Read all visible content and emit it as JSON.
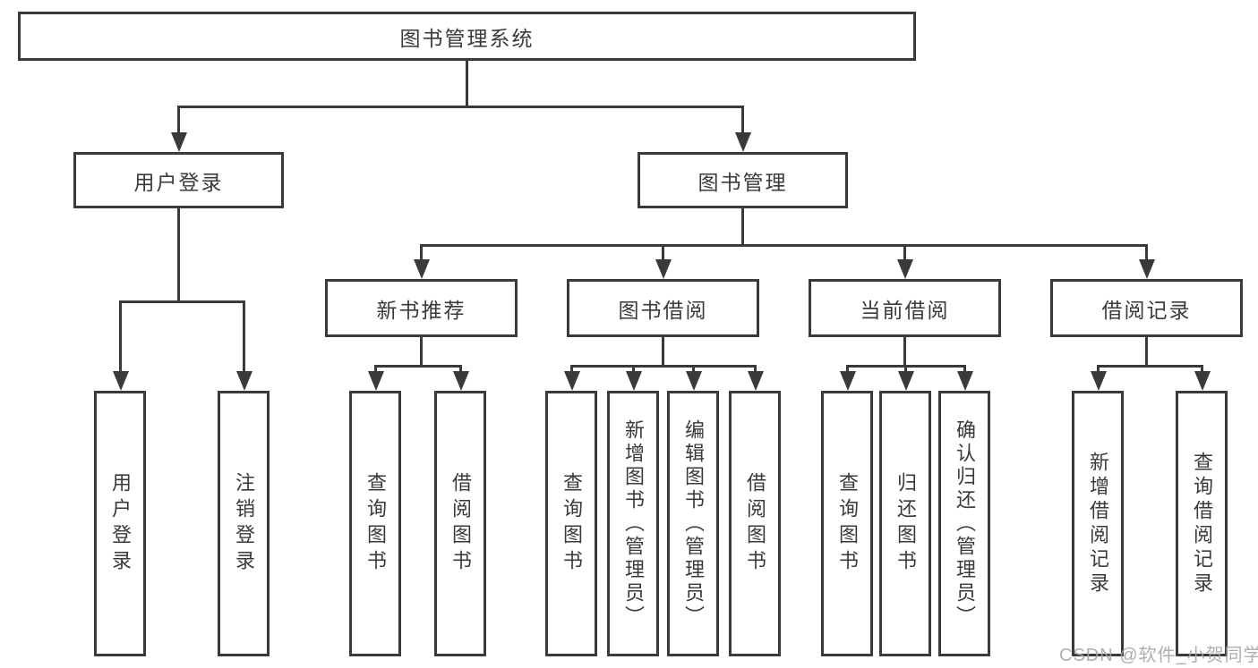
{
  "diagram": {
    "title": "图书管理系统",
    "level2": {
      "user_login": "用户登录",
      "book_mgmt": "图书管理"
    },
    "level3": {
      "new_books": "新书推荐",
      "book_borrow": "图书借阅",
      "current_borrow": "当前借阅",
      "borrow_records": "借阅记录"
    },
    "leaves": {
      "user_login": [
        "用户登录",
        "注销登录"
      ],
      "new_books": [
        "查询图书",
        "借阅图书"
      ],
      "book_borrow": [
        "查询图书",
        "新增图书（管理员）",
        "编辑图书（管理员）",
        "借阅图书"
      ],
      "current_borrow": [
        "查询图书",
        "归还图书",
        "确认归还（管理员）"
      ],
      "borrow_records": [
        "新增借阅记录",
        "查询借阅记录"
      ]
    },
    "colors": {
      "line": "#3a3a3a",
      "text": "#3a3a3a",
      "watermark": "#a5a5a5",
      "background": "#ffffff"
    },
    "watermark": "CSDN @软件_小贺同学"
  }
}
